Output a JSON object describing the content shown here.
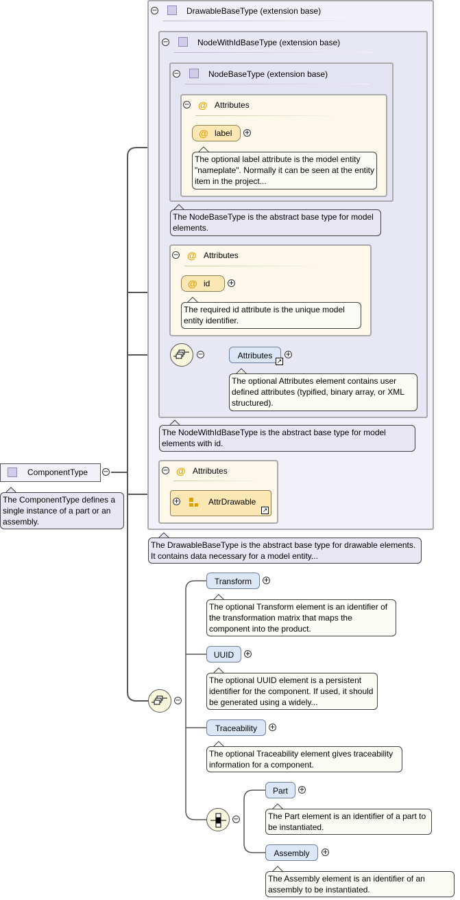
{
  "drawable_base": {
    "title": "DrawableBaseType (extension base)"
  },
  "node_with_id_base": {
    "title": "NodeWithIdBaseType (extension base)"
  },
  "node_base": {
    "title": "NodeBaseType (extension base)"
  },
  "attributes_label": "Attributes",
  "label_attr": {
    "name": "label",
    "note": "The optional label attribute is the model entity \"nameplate\". Normally it can be seen at the entity item in the project..."
  },
  "node_base_note": "The NodeBaseType is the abstract base type for model elements.",
  "id_attr": {
    "name": "id",
    "note": "The required id attribute is the unique model entity identifier."
  },
  "attributes_element": {
    "name": "Attributes",
    "note": "The optional Attributes element contains user defined attributes (typified, binary array, or XML structured)."
  },
  "node_with_id_note": "The NodeWithIdBaseType is the abstract base type for model elements with id.",
  "attr_drawable": {
    "name": "AttrDrawable"
  },
  "drawable_note": "The DrawableBaseType is the abstract base type for drawable elements. It contains data necessary for a model entity...",
  "component": {
    "name": "ComponentType",
    "note": "The ComponentType defines a single instance of a part or an assembly."
  },
  "transform": {
    "name": "Transform",
    "note": "The optional Transform element is an identifier of the transformation matrix that maps the component into the product."
  },
  "uuid": {
    "name": "UUID",
    "note": "The optional UUID element is a persistent identifier for the component. If used, it should be generated using a widely..."
  },
  "traceability": {
    "name": "Traceability",
    "note": "The optional Traceability element gives traceability information for a component."
  },
  "part": {
    "name": "Part",
    "note": "The Part element is an identifier of a part to be instantiated."
  },
  "assembly": {
    "name": "Assembly",
    "note": "The Assembly element is an identifier of an assembly to be instantiated."
  },
  "colors": {
    "extension_bg": "#f2f1f9",
    "attribute_bg": "#fdf8ea",
    "element_bg": "#dbe7f7",
    "attr_item_bg": "#fbe7b4",
    "note_purple": "#e8e6f2"
  }
}
